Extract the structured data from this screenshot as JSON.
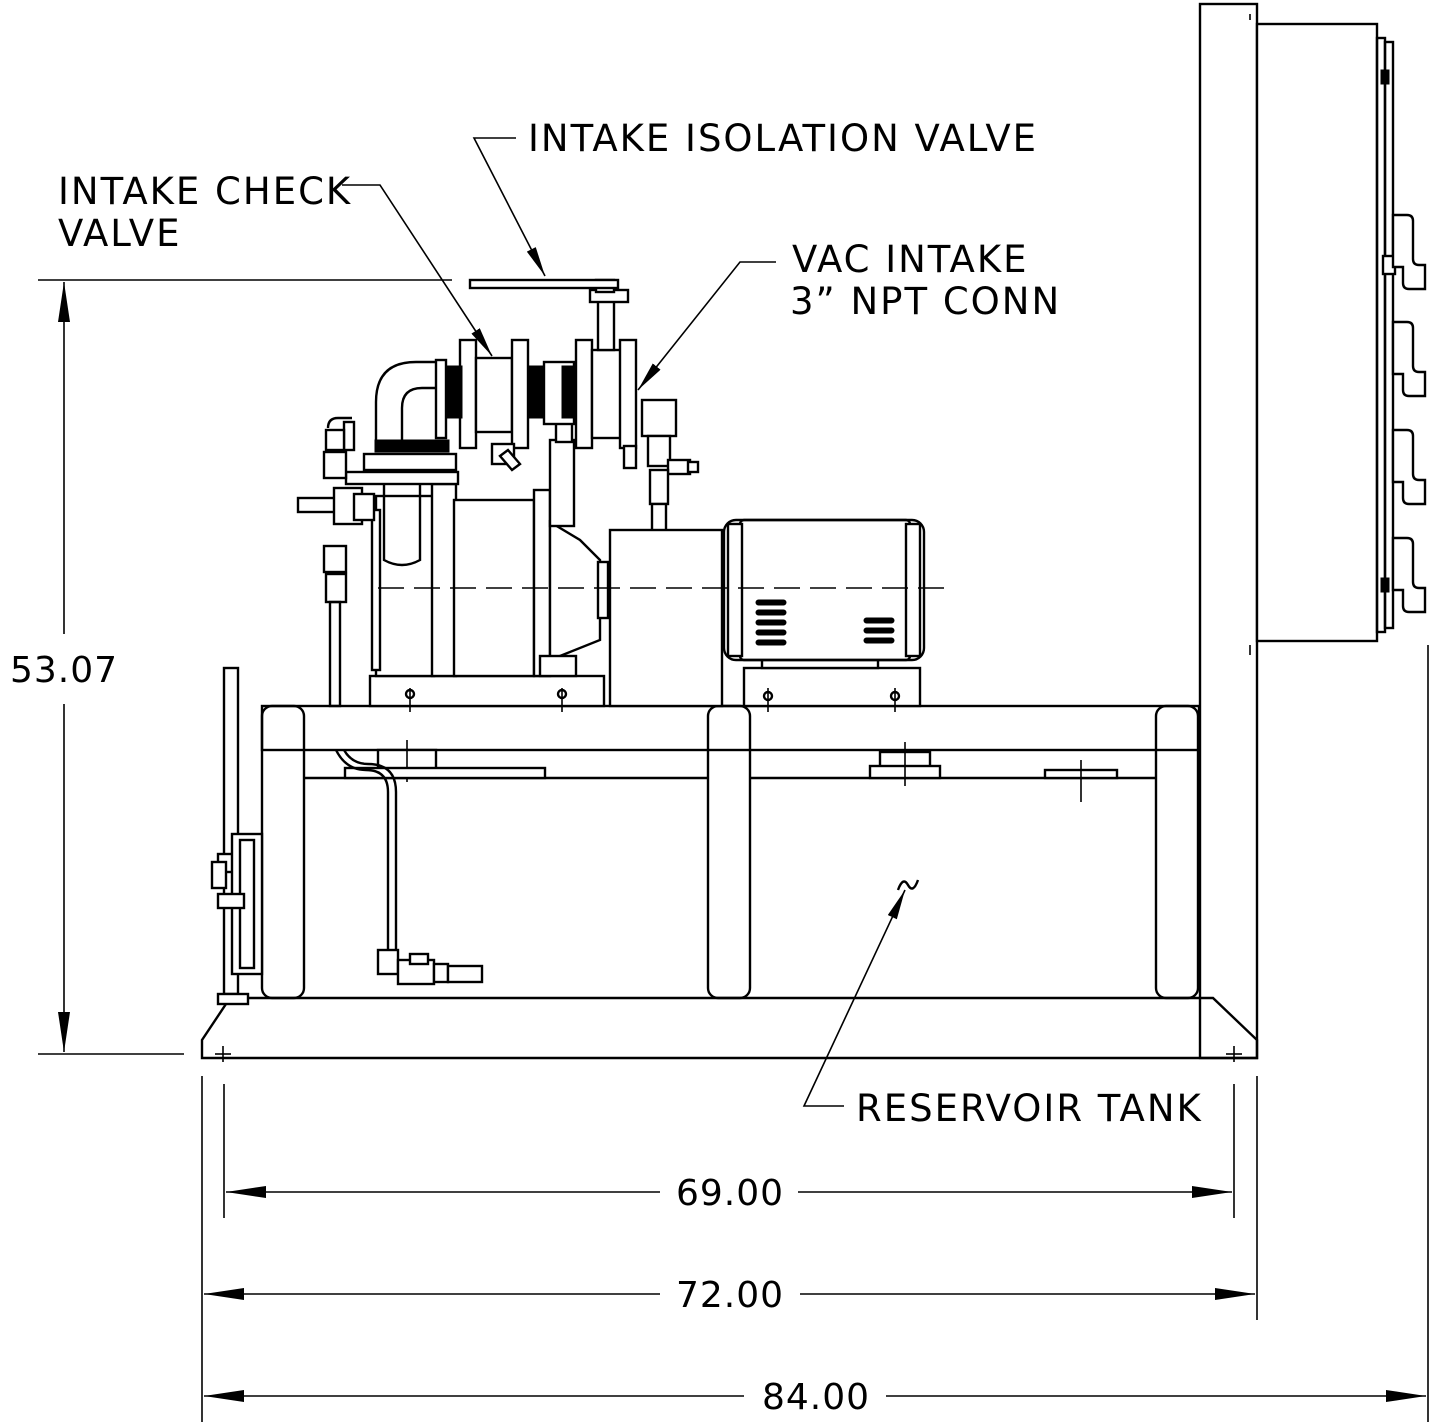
{
  "callouts": {
    "intake_isolation_valve": "INTAKE ISOLATION VALVE",
    "intake_check_valve_line1": "INTAKE CHECK",
    "intake_check_valve_line2": "VALVE",
    "vac_intake_line1": "VAC INTAKE",
    "vac_intake_line2": "3” NPT CONN",
    "reservoir_tank": "RESERVOIR TANK"
  },
  "dimensions": {
    "height": "53.07",
    "base_width": "69.00",
    "frame_width": "72.00",
    "overall_width": "84.00"
  }
}
